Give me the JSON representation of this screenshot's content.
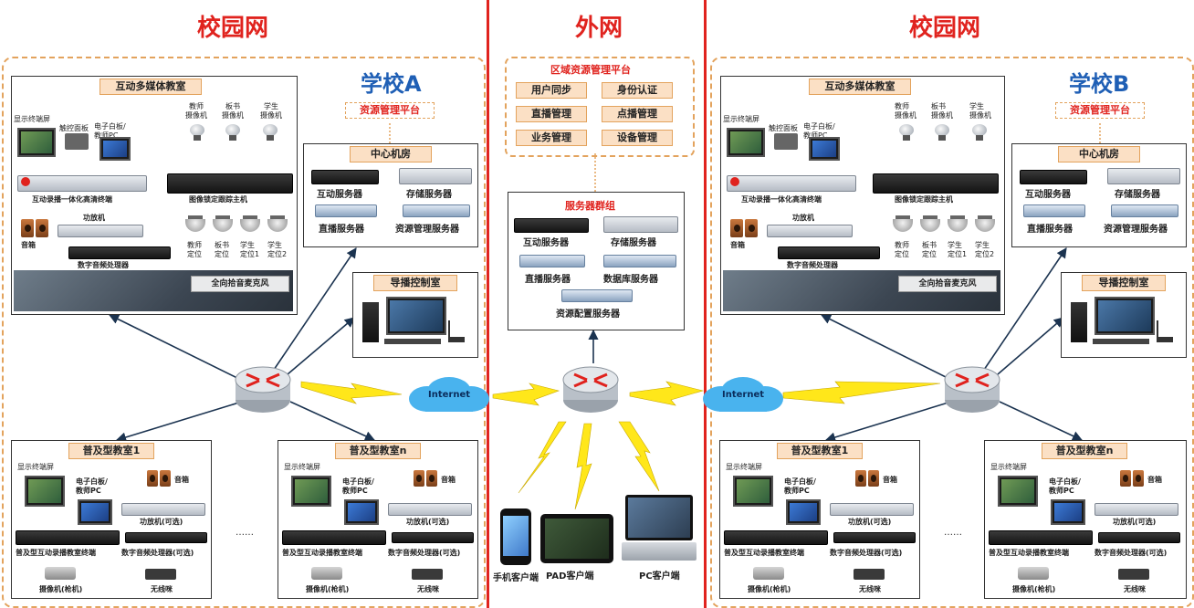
{
  "zones": {
    "left": "校园网",
    "middle": "外网",
    "right": "校园网"
  },
  "schools": {
    "a": {
      "title": "学校A",
      "platform": "资源管理平台",
      "classroom": {
        "title": "互动多媒体教室",
        "display": "显示终端屏",
        "touch_panel": "触控面板",
        "whiteboard": "电子白板/\n教师PC",
        "cam_teacher": "教师\n摄像机",
        "cam_board": "板书\n摄像机",
        "cam_student": "学生\n摄像机",
        "terminal": "互动录播一体化高清终端",
        "tracker": "图像锁定跟踪主机",
        "amp": "功放机",
        "speaker": "音箱",
        "dsp": "数字音频处理器",
        "mic": "全向拾音麦克风",
        "loc1": "教师\n定位",
        "loc2": "板书\n定位",
        "loc3": "学生\n定位1",
        "loc4": "学生\n定位2"
      },
      "center": {
        "title": "中心机房",
        "s1": "互动服务器",
        "s2": "存储服务器",
        "s3": "直播服务器",
        "s4": "资源管理服务器"
      },
      "control": {
        "title": "导播控制室"
      },
      "room1": {
        "title": "普及型教室1"
      },
      "roomn": {
        "title": "普及型教室n"
      }
    },
    "b": {
      "title": "学校B",
      "platform": "资源管理平台",
      "classroom": {
        "title": "互动多媒体教室",
        "display": "显示终端屏",
        "touch_panel": "触控面板",
        "whiteboard": "电子白板/\n教师PC",
        "cam_teacher": "教师\n摄像机",
        "cam_board": "板书\n摄像机",
        "cam_student": "学生\n摄像机",
        "terminal": "互动录播一体化高清终端",
        "tracker": "图像锁定跟踪主机",
        "amp": "功放机",
        "speaker": "音箱",
        "dsp": "数字音频处理器",
        "mic": "全向拾音麦克风",
        "loc1": "教师\n定位",
        "loc2": "板书\n定位",
        "loc3": "学生\n定位1",
        "loc4": "学生\n定位2"
      },
      "center": {
        "title": "中心机房",
        "s1": "互动服务器",
        "s2": "存储服务器",
        "s3": "直播服务器",
        "s4": "资源管理服务器"
      },
      "control": {
        "title": "导播控制室"
      },
      "room1": {
        "title": "普及型教室1"
      },
      "roomn": {
        "title": "普及型教室n"
      }
    }
  },
  "basic_room": {
    "display": "显示终端屏",
    "whiteboard": "电子白板/\n教师PC",
    "speaker": "音箱",
    "amp": "功放机(可选)",
    "terminal": "普及型互动录播教室终端",
    "dsp": "数字音频处理器(可选)",
    "camera": "摄像机(枪机)",
    "wireless": "无线咪"
  },
  "ellipsis": "……",
  "internet": "Internet",
  "platform": {
    "title": "区域资源管理平台",
    "items": [
      "用户同步",
      "身份认证",
      "直播管理",
      "点播管理",
      "业务管理",
      "设备管理"
    ]
  },
  "server_group": {
    "title": "服务器群组",
    "s1": "互动服务器",
    "s2": "存储服务器",
    "s3": "直播服务器",
    "s4": "数据库服务器",
    "s5": "资源配置服务器"
  },
  "clients": {
    "phone": "手机客户端",
    "pad": "PAD客户端",
    "pc": "PC客户端"
  },
  "colors": {
    "accent_red": "#e0231e",
    "school_blue": "#1f5fb5",
    "dash_orange": "#e3a35d",
    "tag_fill": "#fbe0c5"
  }
}
